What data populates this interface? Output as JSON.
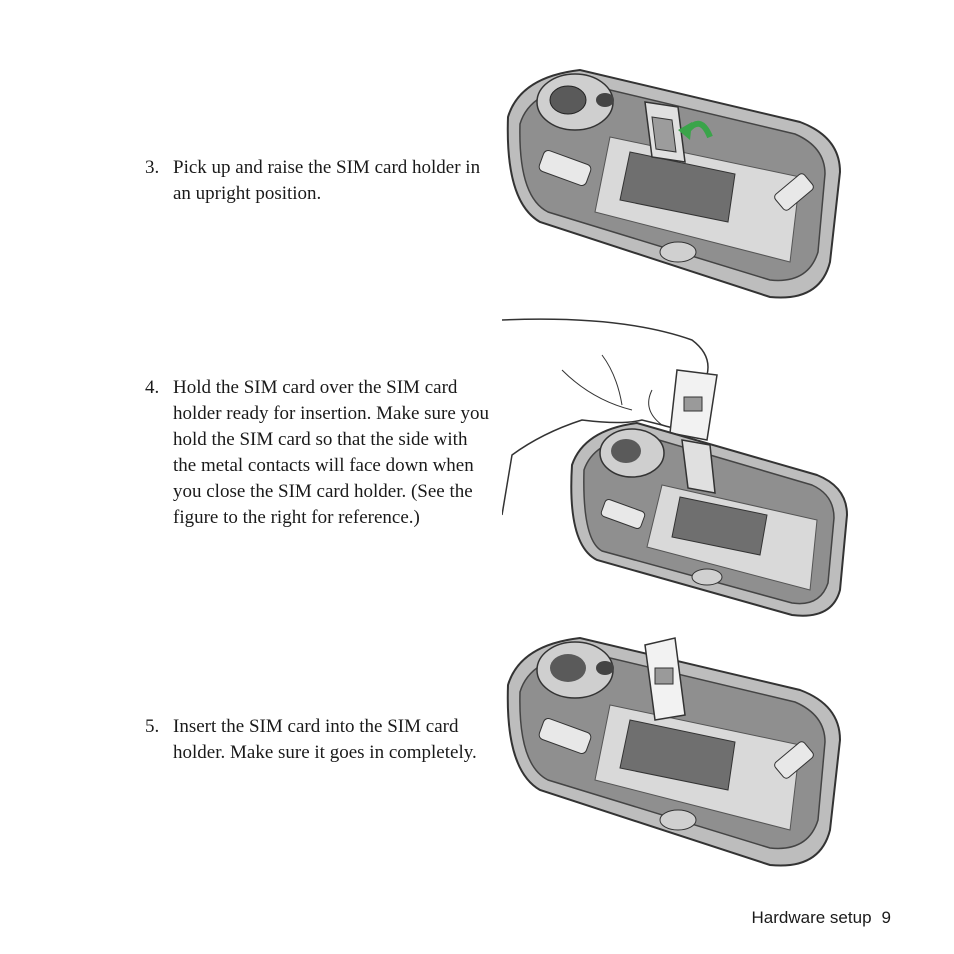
{
  "steps": [
    {
      "number": "3.",
      "text": "Pick up and raise the SIM card holder in an upright position."
    },
    {
      "number": "4.",
      "text": "Hold the SIM card over the SIM card holder ready for insertion. Make sure you hold the SIM card so that the side with the metal contacts will face down when you close the SIM card holder. (See the figure to the right for reference.)"
    },
    {
      "number": "5.",
      "text": "Insert the SIM card into the SIM card holder. Make sure it goes in completely."
    }
  ],
  "footer": {
    "section": "Hardware setup",
    "page": "9"
  },
  "colors": {
    "device_body": "#9a9a9a",
    "device_dark": "#4a4a4a",
    "arrow": "#3aa44a"
  }
}
